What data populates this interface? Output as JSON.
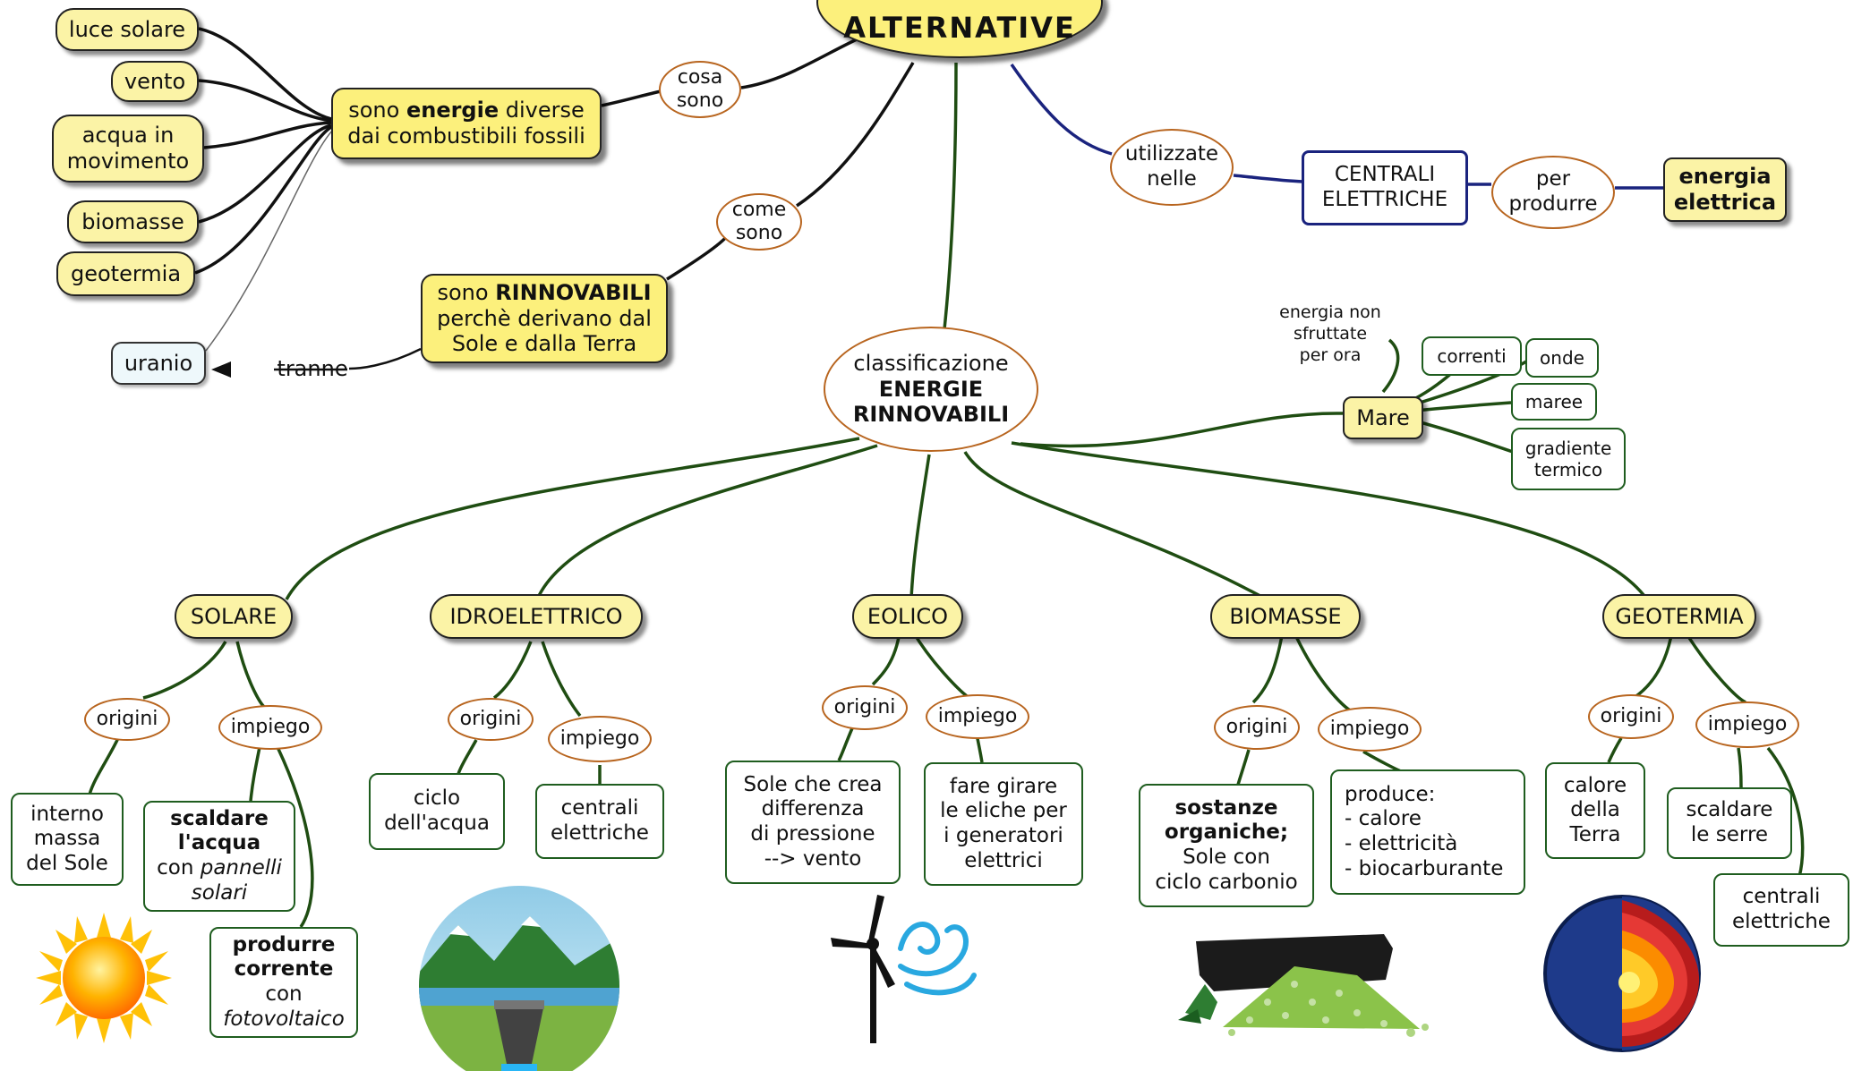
{
  "root": {
    "title": "ALTERNATIVE"
  },
  "top_left": {
    "sources": [
      "luce solare",
      "vento",
      "acqua in",
      "movimento",
      "biomasse",
      "geotermia",
      "uranio"
    ],
    "cosa_sono": [
      "cosa",
      "sono"
    ],
    "definition": {
      "pre": "sono ",
      "bold": "energie",
      "post": " diverse",
      "line2": "dai combustibili fossili"
    },
    "come_sono": [
      "come",
      "sono"
    ],
    "renewable": {
      "pre": "sono ",
      "bold": "RINNOVABILI",
      "line2": "perchè derivano dal",
      "line3": "Sole e dalla Terra"
    },
    "tranne": "tranne"
  },
  "top_right": {
    "utilizzate": [
      "utilizzate",
      "nelle"
    ],
    "centrali": [
      "CENTRALI",
      "ELETTRICHE"
    ],
    "per_produrre": [
      "per",
      "produrre"
    ],
    "energia": [
      "energia",
      "elettrica"
    ]
  },
  "center": {
    "line1": "classificazione",
    "line2": "ENERGIE",
    "line3": "RINNOVABILI"
  },
  "sea": {
    "note": [
      "energia non",
      "sfruttate",
      "per ora"
    ],
    "mare": "Mare",
    "items": [
      "correnti",
      "onde",
      "maree",
      "gradiente",
      "termico"
    ]
  },
  "categories": {
    "solare": {
      "title": "SOLARE",
      "origini": "origini",
      "impiego": "impiego",
      "origin_text": [
        "interno",
        "massa",
        "del Sole"
      ],
      "use1": {
        "bold1": "scaldare",
        "bold2": "l'acqua",
        "line3": "con ",
        "italic3": "pannelli",
        "italic4": "solari"
      },
      "use2": {
        "bold1": "produrre",
        "bold2": "corrente",
        "line3": "con",
        "italic4": "fotovoltaico"
      }
    },
    "idro": {
      "title": "IDROELETTRICO",
      "origini": "origini",
      "impiego": "impiego",
      "origin_text": [
        "ciclo",
        "dell'acqua"
      ],
      "use_text": [
        "centrali",
        "elettriche"
      ]
    },
    "eolico": {
      "title": "EOLICO",
      "origini": "origini",
      "impiego": "impiego",
      "origin_text": [
        "Sole che crea",
        "differenza",
        "di pressione",
        "--> vento"
      ],
      "use_text": [
        "fare girare",
        "le eliche per",
        "i generatori",
        "elettrici"
      ]
    },
    "biomasse": {
      "title": "BIOMASSE",
      "origini": "origini",
      "impiego": "impiego",
      "origin_bold": [
        "sostanze",
        "organiche;"
      ],
      "origin_text": [
        "Sole con",
        "ciclo carbonio"
      ],
      "use_text": [
        "produce:",
        "- calore",
        "- elettricità",
        "- biocarburante"
      ]
    },
    "geotermia": {
      "title": "GEOTERMIA",
      "origini": "origini",
      "impiego": "impiego",
      "origin_text": [
        "calore",
        "della",
        "Terra"
      ],
      "use1": [
        "scaldare",
        "le serre"
      ],
      "use2": [
        "centrali",
        "elettriche"
      ]
    }
  },
  "icons": [
    "sun-icon",
    "hydro-dam-icon",
    "wind-turbine-icon",
    "biomass-icon",
    "earth-core-icon"
  ],
  "colors": {
    "node_yellow": "#fbf3a6",
    "root_yellow": "#fcf07c",
    "link_green": "#1f4d12",
    "link_blue": "#1a237e",
    "oval_border": "#b8651f"
  }
}
